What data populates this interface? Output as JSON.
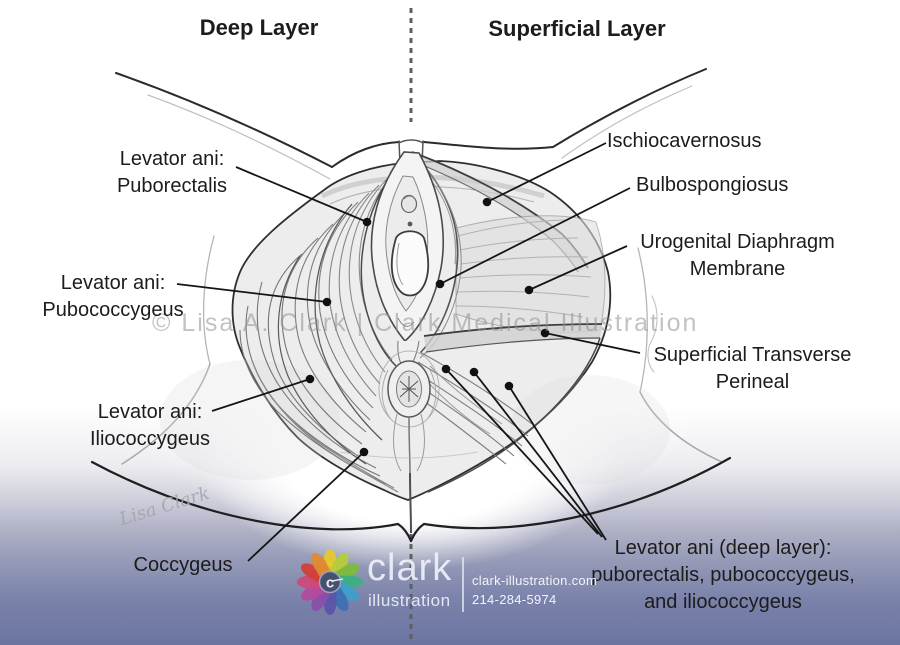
{
  "headers": {
    "deep": "Deep Layer",
    "superficial": "Superficial Layer"
  },
  "labels": {
    "puborectalis": [
      "Levator ani:",
      "Puborectalis"
    ],
    "pubococcygeus": [
      "Levator ani:",
      "Pubococcygeus"
    ],
    "iliococcygeus": [
      "Levator ani:",
      "Iliococcygeus"
    ],
    "coccygeus": [
      "Coccygeus"
    ],
    "ischiocavernosus": [
      "Ischiocavernosus"
    ],
    "bulbospongiosus": [
      "Bulbospongiosus"
    ],
    "urogenital": [
      "Urogenital Diaphragm",
      "Membrane"
    ],
    "transverse_perineal": [
      "Superficial Transverse",
      "Perineal"
    ],
    "levator_deep": [
      "Levator ani (deep layer):",
      "puborectalis, pubococcygeus,",
      "and iliococcygeus"
    ]
  },
  "watermark": "© Lisa A. Clark  |  Clark Medical Illustration",
  "signature": "Lisa Clark",
  "logo": {
    "brand": "clark",
    "brand_sub": "illustration",
    "website": "clark-illustration.com",
    "phone": "214-284-5974",
    "monogram": "c",
    "petal_colors": [
      "#e5c832",
      "#b5cc3a",
      "#7db93f",
      "#3fae83",
      "#3f9fc9",
      "#3f6fb5",
      "#5c54a8",
      "#8a4fa8",
      "#b44a9e",
      "#cc4a7a",
      "#d2403a",
      "#e08a32"
    ]
  },
  "colors": {
    "ink": "#1c1c1c",
    "watermark_gray": "#8f8f98",
    "background_bottom": "#6c75a2",
    "background_mid": "#b0b2c6"
  }
}
